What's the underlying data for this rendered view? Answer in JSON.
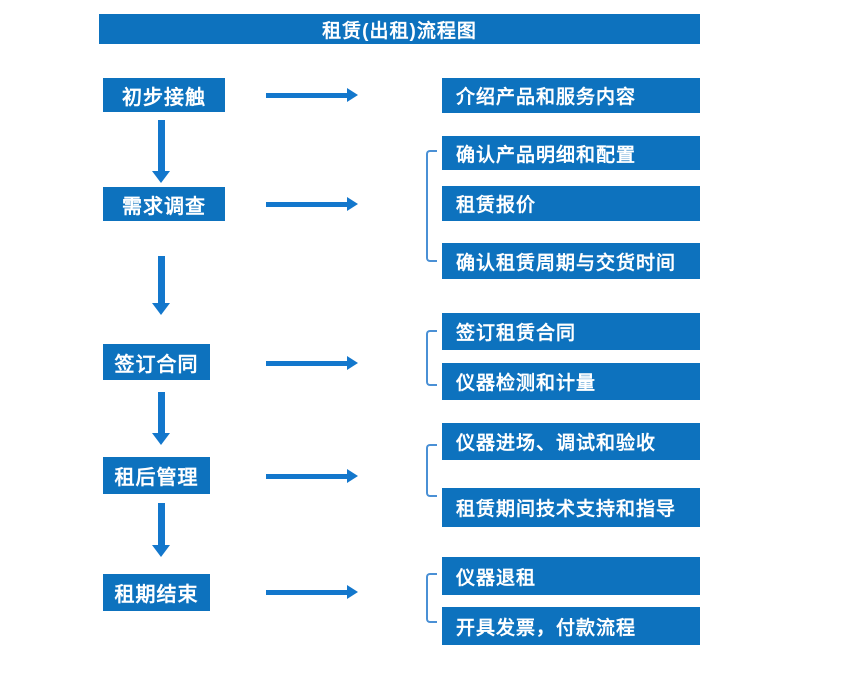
{
  "title": "租赁(出租)流程图",
  "colors": {
    "box_blue": "#0d72be",
    "arrow_blue": "#1377cc",
    "bracket_blue": "#4a90d5",
    "text_white": "#ffffff"
  },
  "stages": [
    {
      "label": "初步接触",
      "outputs": [
        "介绍产品和服务内容"
      ]
    },
    {
      "label": "需求调查",
      "outputs": [
        "确认产品明细和配置",
        "租赁报价",
        "确认租赁周期与交货时间"
      ]
    },
    {
      "label": "签订合同",
      "outputs": [
        "签订租赁合同",
        "仪器检测和计量"
      ]
    },
    {
      "label": "租后管理",
      "outputs": [
        "仪器进场、调试和验收",
        "租赁期间技术支持和指导"
      ]
    },
    {
      "label": "租期结束",
      "outputs": [
        "仪器退租",
        "开具发票，付款流程"
      ]
    }
  ]
}
